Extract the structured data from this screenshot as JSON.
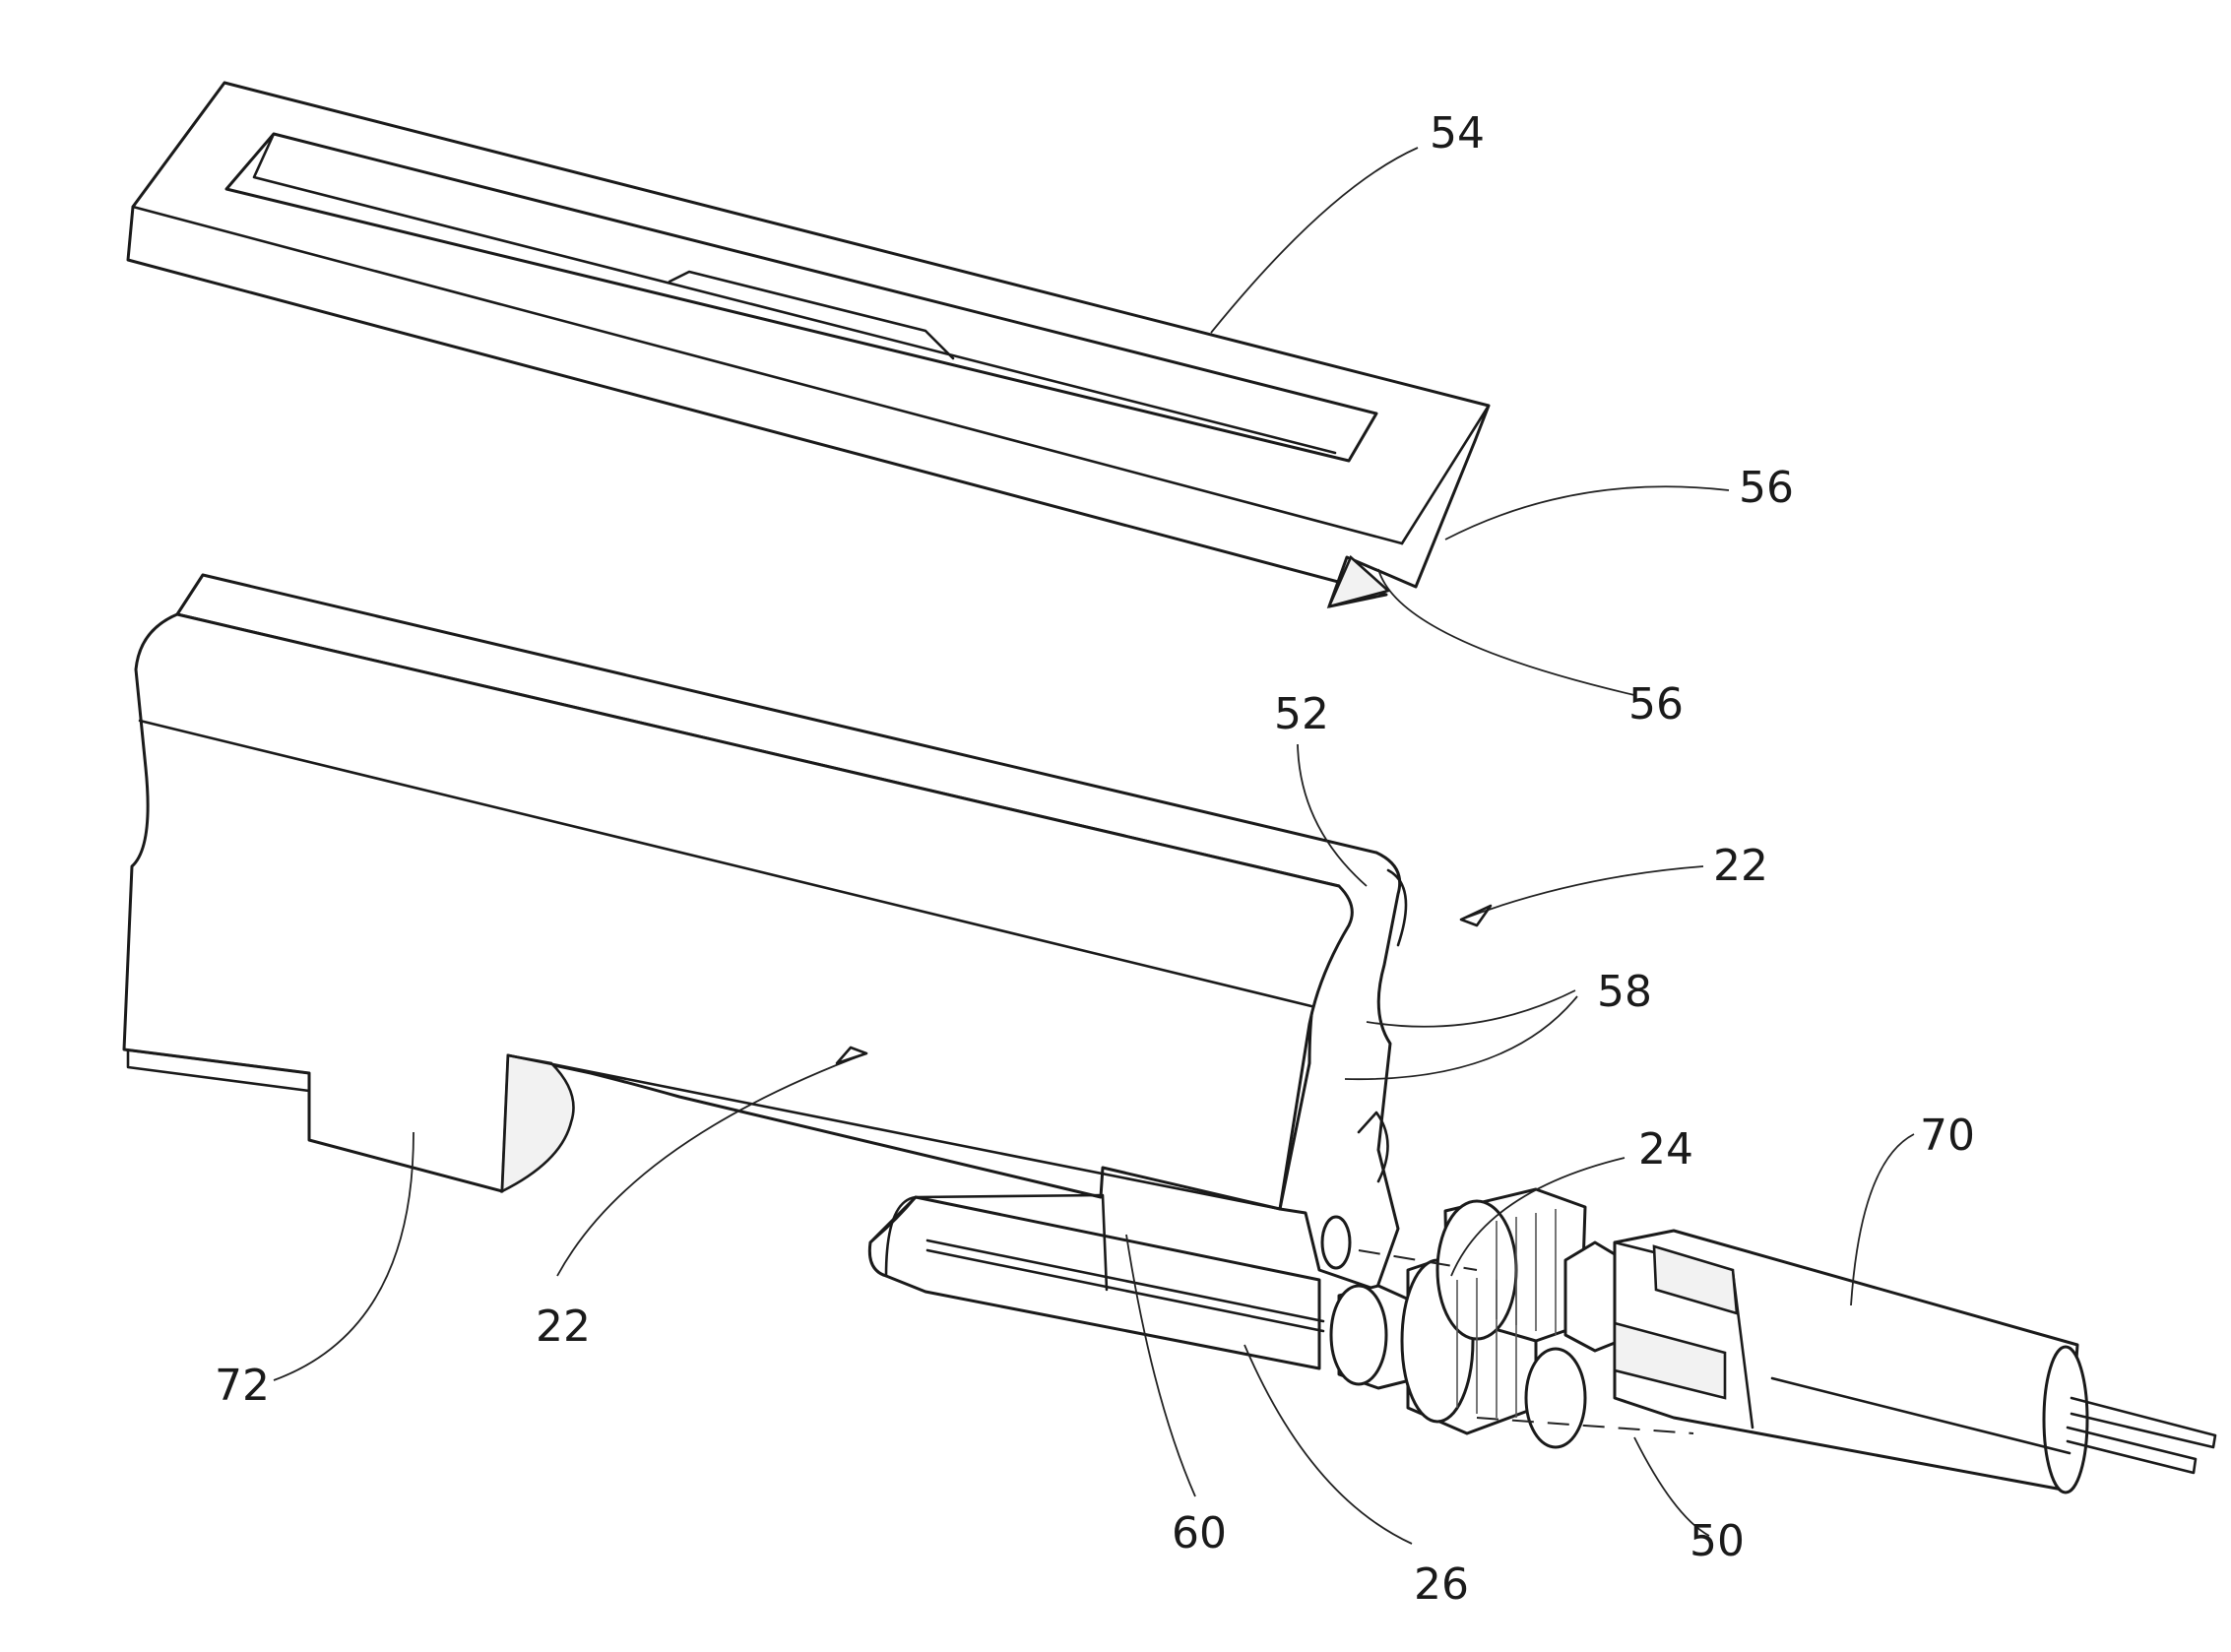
{
  "labels": {
    "lid": "54",
    "ridge_upper": "56",
    "ridge_lower": "56",
    "groove": "52",
    "assembly_arrow": "22",
    "housing_arrow": "22",
    "flanges": "58",
    "gear": "24",
    "motor": "70",
    "tab_left": "72",
    "tab_center": "60",
    "rail": "26",
    "axis": "50"
  }
}
